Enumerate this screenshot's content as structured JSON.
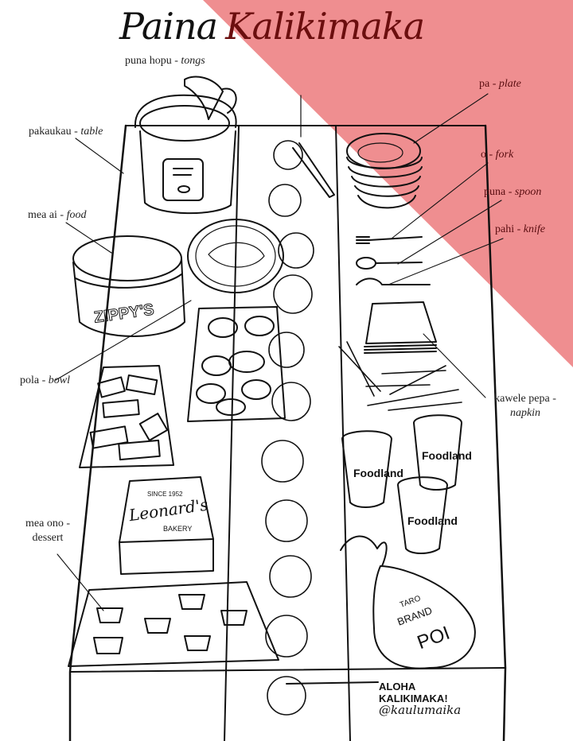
{
  "title": {
    "word1": "Paina",
    "word2": "Kalikimaka"
  },
  "colors": {
    "pink_triangle": "#ef8e90",
    "title_accent": "#6b0e0e",
    "ink": "#111111"
  },
  "labels": [
    {
      "id": "tongs",
      "hawaiian": "puna hopu",
      "english": "tongs"
    },
    {
      "id": "table",
      "hawaiian": "pakaukau",
      "english": "table"
    },
    {
      "id": "food",
      "hawaiian": "mea ai",
      "english": "food"
    },
    {
      "id": "bowl",
      "hawaiian": "pola",
      "english": "bowl"
    },
    {
      "id": "dessert",
      "hawaiian": "mea ono",
      "english": "dessert"
    },
    {
      "id": "plate",
      "hawaiian": "pa",
      "english": "plate"
    },
    {
      "id": "fork",
      "hawaiian": "o",
      "english": "fork"
    },
    {
      "id": "spoon",
      "hawaiian": "puna",
      "english": "spoon"
    },
    {
      "id": "knife",
      "hawaiian": "pahi",
      "english": "knife"
    },
    {
      "id": "napkin",
      "hawaiian": "kawele pepa",
      "english": "napkin"
    }
  ],
  "separator": " - ",
  "illustration_text": {
    "zippys": "ZIPPY'S",
    "leonards_since": "SINCE 1952",
    "leonards_name": "Leonard's",
    "leonards_bakery": "BAKERY",
    "foodland": "Foodland",
    "poi_taro": "TARO",
    "poi_brand": "BRAND",
    "poi": "POI"
  },
  "credit": {
    "line1": "ALOHA",
    "line2": "KALIKIMAKA!",
    "handle": "@kaulumaika"
  }
}
